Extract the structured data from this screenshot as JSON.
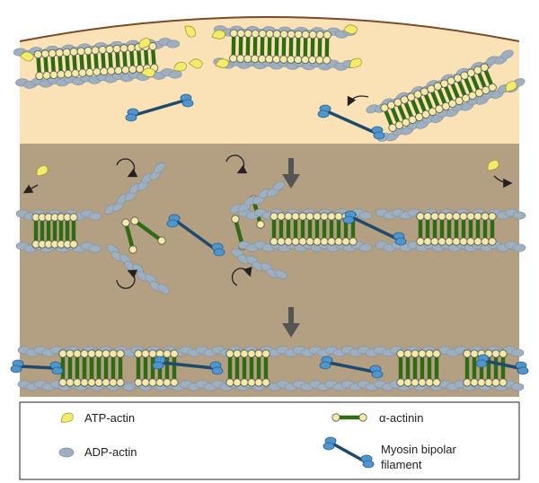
{
  "legend": {
    "atp_actin": "ATP-actin",
    "adp_actin": "ADP-actin",
    "alpha_actinin": "α-actinin",
    "myosin_line1": "Myosin bipolar",
    "myosin_line2": "filament"
  },
  "colors": {
    "cell_cytoplasm": "#fbe2b6",
    "cortex": "#b39f82",
    "cell_edge": "#7a4a2a",
    "adp_actin": "#9eb0c0",
    "atp_actin": "#f2ec6a",
    "actinin_rod": "#2e6b12",
    "actinin_head": "#f3eaa8",
    "myosin_rod": "#1f4a6e",
    "myosin_head": "#4f96cf",
    "arrow": "#555555"
  }
}
